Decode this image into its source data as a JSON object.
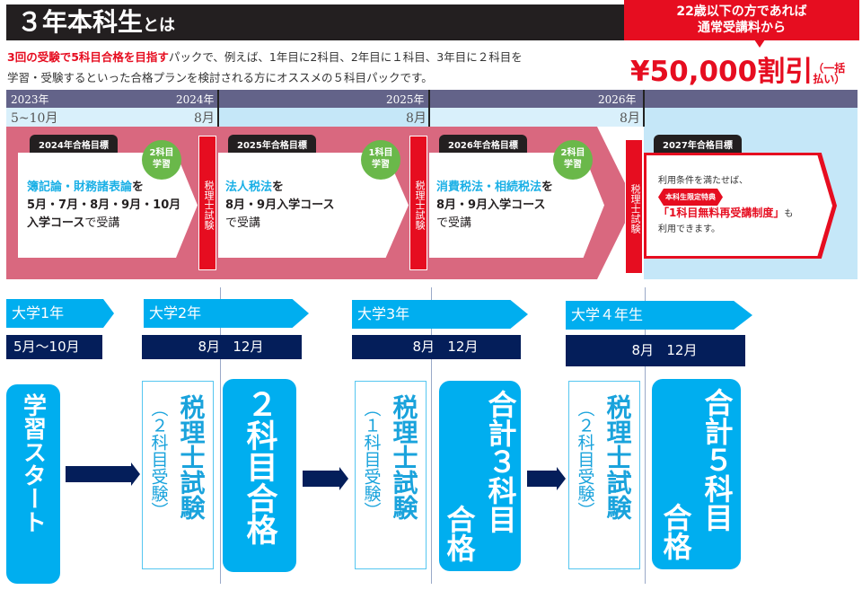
{
  "header": {
    "title_main": "３年本科生",
    "title_suffix": "とは"
  },
  "promo": {
    "line1": "22歳以下の方であれば",
    "line2": "通常受講料から",
    "price": "¥50,000",
    "discount": "割引",
    "paren1": "（一括",
    "paren2": "払い）"
  },
  "description": {
    "highlight": "3回の受験で5科目合格を目指す",
    "line1_rest": "パックで、例えば、1年目に2科目、2年目に１科目、3年目に２科目を",
    "line2": "学習・受験するといった合格プランを検討される方にオススメの５科目パックです。"
  },
  "timeline": {
    "years": [
      "2023年",
      "2024年",
      "2025年",
      "2026年"
    ],
    "months": [
      "5~10月",
      "8月",
      "8月",
      "8月"
    ],
    "exam_label": "税理士試験",
    "stages": [
      {
        "tag": "2024年合格目標",
        "badge_num": "2科目",
        "badge_sub": "学習",
        "subject": "簿記論・財務諸表論",
        "wo": "を",
        "line2": "5月・7月・8月・9月・10月",
        "line3a": "入学コース",
        "line3b": "で受講"
      },
      {
        "tag": "2025年合格目標",
        "badge_num": "1科目",
        "badge_sub": "学習",
        "subject": "法人税法",
        "wo": "を",
        "line2": "8月・9月入学コース",
        "line3b": "で受講"
      },
      {
        "tag": "2026年合格目標",
        "badge_num": "2科目",
        "badge_sub": "学習",
        "subject": "消費税法・相続税法",
        "wo": "を",
        "line2": "8月・9月入学コース",
        "line3b": "で受講"
      }
    ],
    "final": {
      "tag": "2027年合格目標",
      "line1": "利用条件を満たせば、",
      "badge": "本科生限定特典",
      "system": "「1科目無料再受講制度」",
      "mo": "も",
      "line3": "利用できます。"
    }
  },
  "plan": {
    "years": [
      "大学1年",
      "大学2年",
      "大学3年",
      "大学４年生"
    ],
    "periods": [
      [
        "5月～10月"
      ],
      [
        "8月",
        "12月"
      ],
      [
        "8月",
        "12月"
      ],
      [
        "8月",
        "12月"
      ]
    ],
    "start": "学習スタート",
    "exam": "税理士試験",
    "exam_notes": [
      "（２科目受験）",
      "（１科目受験）",
      "（２科目受験）"
    ],
    "results": [
      {
        "a": "２科目合格",
        "b": ""
      },
      {
        "a": "合計３科目",
        "b": "合格"
      },
      {
        "a": "合計５科目",
        "b": "合格"
      }
    ]
  },
  "colors": {
    "red": "#e60d20",
    "blue": "#00aeef",
    "navy": "#041e5a",
    "pink": "#d9687f",
    "green": "#6ab84a"
  }
}
